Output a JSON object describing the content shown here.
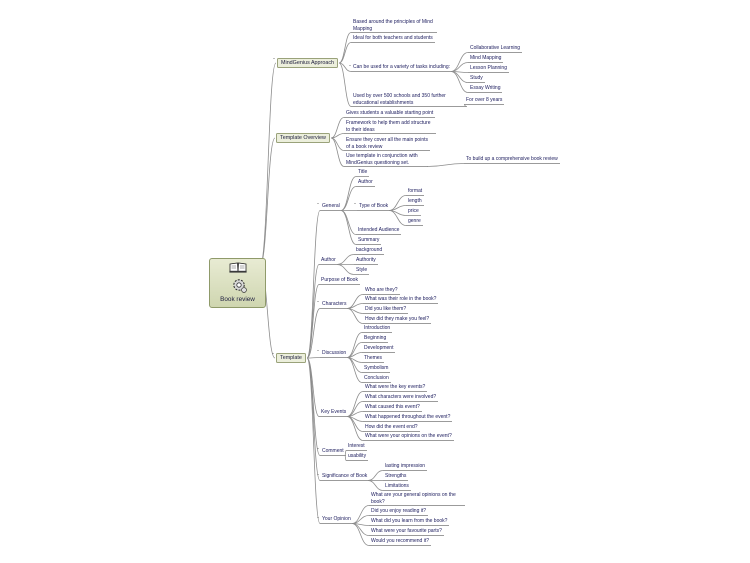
{
  "central": {
    "title": "Book review",
    "icons": [
      "book-icon",
      "gear-icon"
    ]
  },
  "branches": {
    "approach": {
      "label": "MindGenius Approach",
      "n1": "Based around the principles of Mind Mapping",
      "n2": "Ideal for both teachers and students",
      "n3": "Can be used for a variety of tasks including:",
      "n3_items": [
        "Collaborative Learning",
        "Mind Mapping",
        "Lesson Planning",
        "Study",
        "Essay Writing"
      ],
      "n4": "Used by over 500 schools and 350 further educational establishments",
      "n4_child": "For over 8 years"
    },
    "overview": {
      "label": "Template Overview",
      "n1": "Gives students a valuable starting point",
      "n2": "Framework to help them add structure to their ideas",
      "n3": "Ensure they cover all the main points of a book review",
      "n4": "Use template in conjunction with MindGenius questioning set.",
      "n4_child": "To build up a comprehensive book review"
    },
    "template": {
      "label": "Template",
      "general": {
        "label": "General",
        "title": "Title",
        "author": "Author",
        "type": "Type of Book",
        "type_items": [
          "format",
          "length",
          "price",
          "genre"
        ],
        "audience": "Intended Audience",
        "summary": "Summary"
      },
      "author": {
        "label": "Author",
        "items": [
          "background",
          "Authority",
          "Style"
        ]
      },
      "purpose": {
        "label": "Purpose of Book"
      },
      "characters": {
        "label": "Characters",
        "items": [
          "Who are they?",
          "What was their role in the book?",
          "Did you like them?",
          "How did they make you feel?"
        ]
      },
      "discussion": {
        "label": "Discussion",
        "items": [
          "Introduction",
          "Beginning",
          "Development",
          "Themes",
          "Symbolism",
          "Conclusion"
        ]
      },
      "key_events": {
        "label": "Key Events",
        "items": [
          "What were the key events?",
          "What characters were involved?",
          "What caused this event?",
          "What happened throughout the event?",
          "How did the event end?",
          "What were your opinions on the event?"
        ]
      },
      "comment": {
        "label": "Comment",
        "items": [
          "Interest",
          "usability"
        ]
      },
      "significance": {
        "label": "Significance of Book",
        "items": [
          "lasting impression",
          "Strengths",
          "Limitations"
        ]
      },
      "opinion": {
        "label": "Your Opinion",
        "items": [
          "What are your general opinions on the book?",
          "Did you enjoy reading it?",
          "What did you learn from the book?",
          "What were your favourite parts?",
          "Would you recommend it?"
        ]
      }
    }
  },
  "collapse_marker": "-",
  "colors": {
    "text": "#202060",
    "branch_fill": "#ecefdc",
    "line": "#8c8c8c"
  }
}
